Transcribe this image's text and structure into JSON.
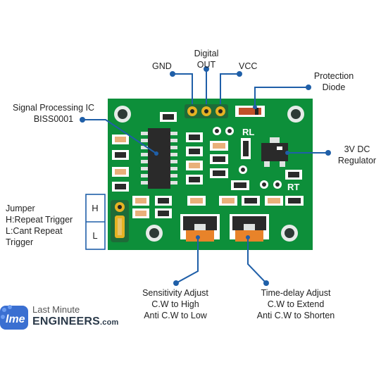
{
  "labels": {
    "gnd": "GND",
    "digital_out_line1": "Digital",
    "digital_out_line2": "OUT",
    "vcc": "VCC",
    "protection_diode_line1": "Protection",
    "protection_diode_line2": "Diode",
    "signal_ic_line1": "Signal Processing IC",
    "signal_ic_line2": "BISS0001",
    "regulator_line1": "3V DC",
    "regulator_line2": "Regulator",
    "jumper_line1": "Jumper",
    "jumper_line2": "H:Repeat Trigger",
    "jumper_line3": "L:Cant Repeat",
    "jumper_line4": "Trigger",
    "jumper_h": "H",
    "jumper_l": "L",
    "sensitivity_line1": "Sensitivity Adjust",
    "sensitivity_line2": "C.W to High",
    "sensitivity_line3": "Anti C.W to Low",
    "timedelay_line1": "Time-delay Adjust",
    "timedelay_line2": "C.W to Extend",
    "timedelay_line3": "Anti C.W to Shorten",
    "board_rl": "RL",
    "board_rt": "RT"
  },
  "logo": {
    "mark": "lme",
    "line1": "Last Minute",
    "line2": "ENGINEERS",
    "suffix": ".com"
  },
  "colors": {
    "pcb": "#0d8f3a",
    "callout": "#1f5fa8",
    "pot_orange": "#e8832a",
    "header_gold": "#e5b223"
  }
}
